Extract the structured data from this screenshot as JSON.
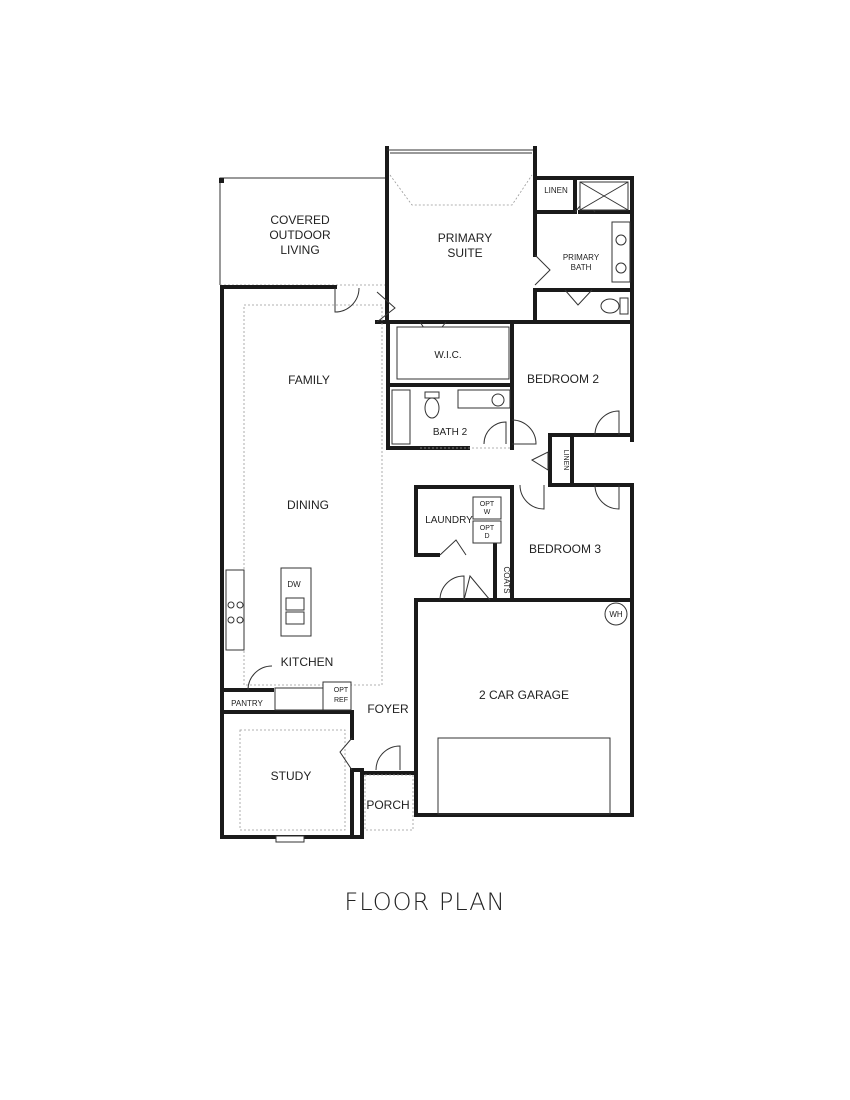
{
  "title": "FLOOR PLAN",
  "rooms": {
    "covered_outdoor_living": [
      "COVERED",
      "OUTDOOR",
      "LIVING"
    ],
    "primary_suite": [
      "PRIMARY",
      "SUITE"
    ],
    "primary_bath": [
      "PRIMARY",
      "BATH"
    ],
    "linen_primary": "LINEN",
    "wic": "W.I.C.",
    "family": "FAMILY",
    "bedroom_2": "BEDROOM 2",
    "bath_2": "BATH 2",
    "linen_hall": "LINEN",
    "dining": "DINING",
    "laundry": "LAUNDRY",
    "opt_w": [
      "OPT",
      "W"
    ],
    "opt_d": [
      "OPT",
      "D"
    ],
    "coats": "COATS",
    "bedroom_3": "BEDROOM 3",
    "dw": "DW",
    "wh": "WH",
    "kitchen": "KITCHEN",
    "garage": "2 CAR GARAGE",
    "pantry": "PANTRY",
    "opt_ref": [
      "OPT",
      "REF"
    ],
    "foyer": "FOYER",
    "study": "STUDY",
    "porch": "PORCH"
  }
}
